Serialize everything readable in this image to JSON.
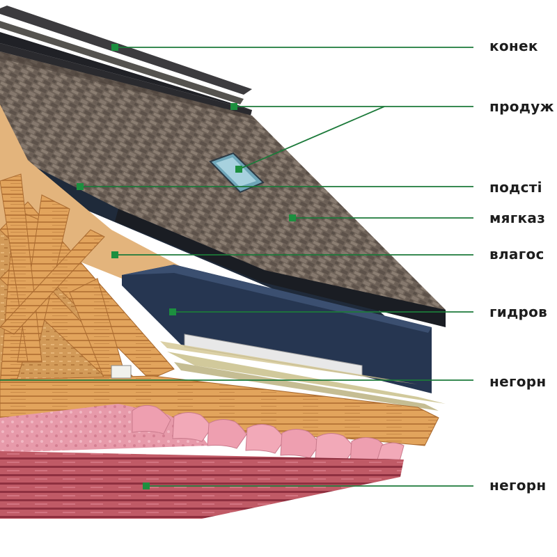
{
  "labels": [
    "конек",
    "продуж",
    "подсті",
    "мягказ",
    "влагос",
    "гидров",
    "негорн",
    "негорн"
  ],
  "colors": {
    "callout_line": "#1c7a3a",
    "callout_dot": "#1c8f3f",
    "shingle": "#6f6359",
    "waterproof_membrane": "#23304a",
    "vapor_barrier": "#e2b27a",
    "wood": "#e2a45c",
    "insulation": "#e79aaa",
    "ceiling": "#c05a66"
  }
}
